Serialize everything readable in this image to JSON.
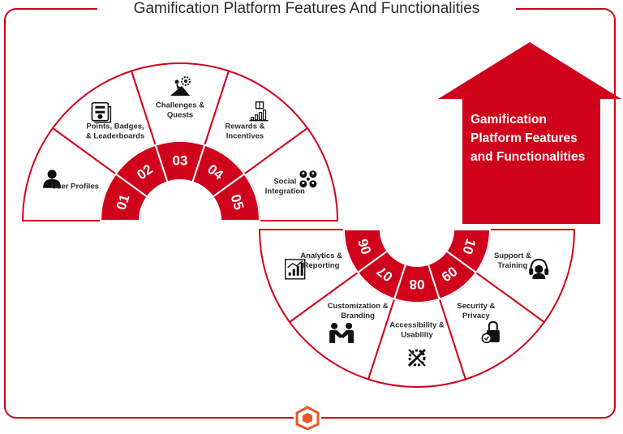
{
  "title": "Gamification Platform Features And Functionalities",
  "arrow_text": "Gamification Platform Features and Functionalities",
  "colors": {
    "accent": "#d0021b",
    "accent_dark": "#9e0012",
    "text": "#2b2b2b"
  },
  "items": [
    {
      "number": "01",
      "label": [
        "User Profiles"
      ],
      "icon": "user-icon"
    },
    {
      "number": "02",
      "label": [
        "Points, Badges,",
        "& Leaderboards"
      ],
      "icon": "scoreboard-icon"
    },
    {
      "number": "03",
      "label": [
        "Challenges &",
        "Quests"
      ],
      "icon": "climber-gear-icon"
    },
    {
      "number": "04",
      "label": [
        "Rewards &",
        "Incentives"
      ],
      "icon": "gift-chart-icon"
    },
    {
      "number": "05",
      "label": [
        "Social",
        "Integration"
      ],
      "icon": "social-network-icon"
    },
    {
      "number": "06",
      "label": [
        "Analytics &",
        "Reporting"
      ],
      "icon": "analytics-chart-icon"
    },
    {
      "number": "07",
      "label": [
        "Customization &",
        "Branding"
      ],
      "icon": "handshake-icon"
    },
    {
      "number": "08",
      "label": [
        "Accessibility &",
        "Usability"
      ],
      "icon": "tools-icon"
    },
    {
      "number": "09",
      "label": [
        "Security &",
        "Privacy"
      ],
      "icon": "lock-shield-icon"
    },
    {
      "number": "10",
      "label": [
        "Support &",
        "Training"
      ],
      "icon": "headset-icon"
    }
  ]
}
